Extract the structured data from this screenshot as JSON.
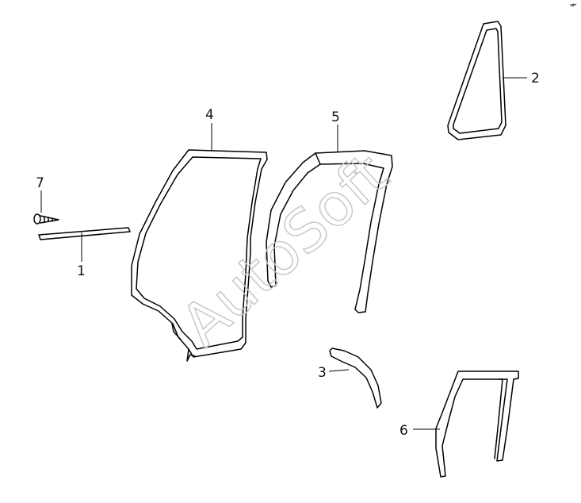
{
  "callouts": {
    "1": "1",
    "2": "2",
    "3": "3",
    "4": "4",
    "5": "5",
    "6": "6",
    "7": "7"
  },
  "watermark": "AutoSoft"
}
